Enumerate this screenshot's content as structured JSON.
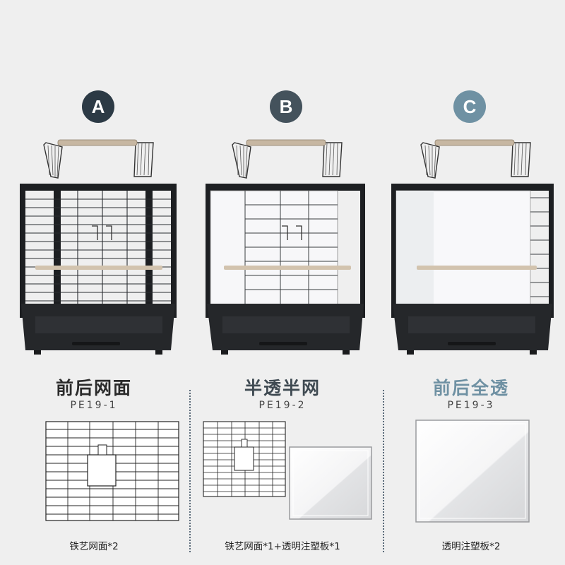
{
  "colors": {
    "badge_a": "#2c3a45",
    "badge_b": "#44525c",
    "badge_c": "#6f91a3",
    "title_a": "#2b2b2b",
    "title_b": "#3f4a52",
    "title_c": "#6f91a3"
  },
  "options": [
    {
      "badge": "A",
      "title": "前后网面",
      "code": "PE19-1",
      "caption": "铁艺网面*2"
    },
    {
      "badge": "B",
      "title": "半透半网",
      "code": "PE19-2",
      "caption": "铁艺网面*1+透明注塑板*1"
    },
    {
      "badge": "C",
      "title": "前后全透",
      "code": "PE19-3",
      "caption": "透明注塑板*2"
    }
  ]
}
